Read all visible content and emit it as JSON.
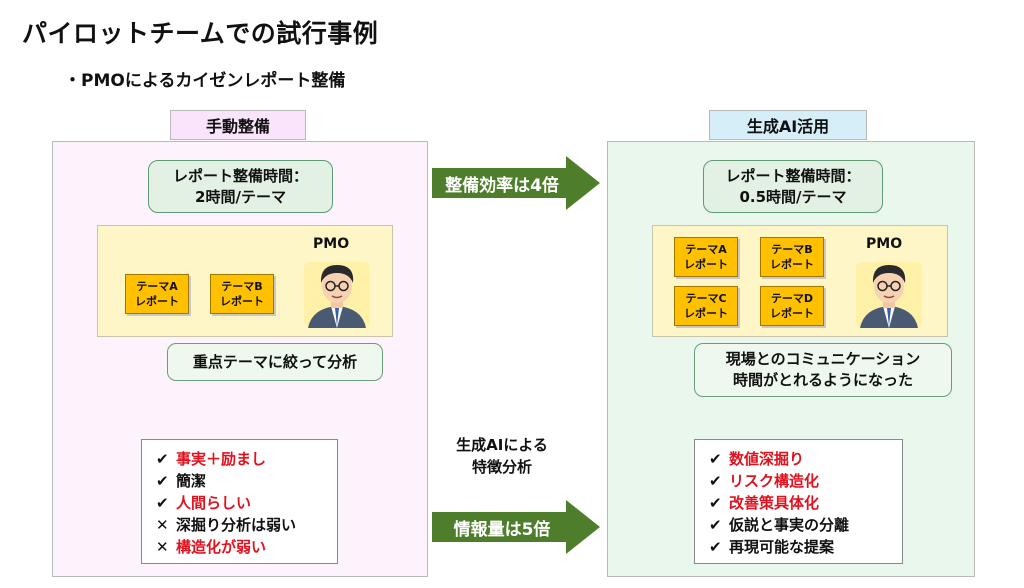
{
  "title": "パイロットチームでの試行事例",
  "subtitle": "・PMOによるカイゼンレポート整備",
  "left": {
    "tab": "手動整備",
    "time_line1": "レポート整備時間：",
    "time_line2": "2時間/テーマ",
    "pmo": "PMO",
    "reports": [
      {
        "l1": "テーマA",
        "l2": "レポート"
      },
      {
        "l1": "テーマB",
        "l2": "レポート"
      }
    ],
    "bubble_line1": "重点テーマに絞って分析",
    "list": [
      {
        "mark": "✔",
        "text": "事実＋励まし",
        "color": "red"
      },
      {
        "mark": "✔",
        "text": "簡潔",
        "color": "black"
      },
      {
        "mark": "✔",
        "text": "人間らしい",
        "color": "red"
      },
      {
        "mark": "✕",
        "text": "深掘り分析は弱い",
        "color": "black"
      },
      {
        "mark": "✕",
        "text": "構造化が弱い",
        "color": "red"
      }
    ]
  },
  "right": {
    "tab": "生成AI活用",
    "time_line1": "レポート整備時間：",
    "time_line2": "0.5時間/テーマ",
    "pmo": "PMO",
    "reports": [
      {
        "l1": "テーマA",
        "l2": "レポート"
      },
      {
        "l1": "テーマB",
        "l2": "レポート"
      },
      {
        "l1": "テーマC",
        "l2": "レポート"
      },
      {
        "l1": "テーマD",
        "l2": "レポート"
      }
    ],
    "bubble_line1": "現場とのコミュニケーション",
    "bubble_line2": "時間がとれるようになった",
    "list": [
      {
        "mark": "✔",
        "text": "数値深掘り",
        "color": "red"
      },
      {
        "mark": "✔",
        "text": "リスク構造化",
        "color": "red"
      },
      {
        "mark": "✔",
        "text": "改善策具体化",
        "color": "red"
      },
      {
        "mark": "✔",
        "text": "仮説と事実の分離",
        "color": "black"
      },
      {
        "mark": "✔",
        "text": "再現可能な提案",
        "color": "black"
      }
    ]
  },
  "middle": {
    "arrow_top": "整備効率は4倍",
    "label_line1": "生成AIによる",
    "label_line2": "特徴分析",
    "arrow_bottom": "情報量は5倍"
  },
  "colors": {
    "left_panel_bg": "#fdf3fd",
    "left_tab_bg": "#f9e4fb",
    "right_panel_bg": "#eaf7ec",
    "right_tab_bg": "#d5eef8",
    "arrow": "#4e7d2c",
    "emphasis_red": "#e0121d",
    "note": "#ffc000"
  }
}
